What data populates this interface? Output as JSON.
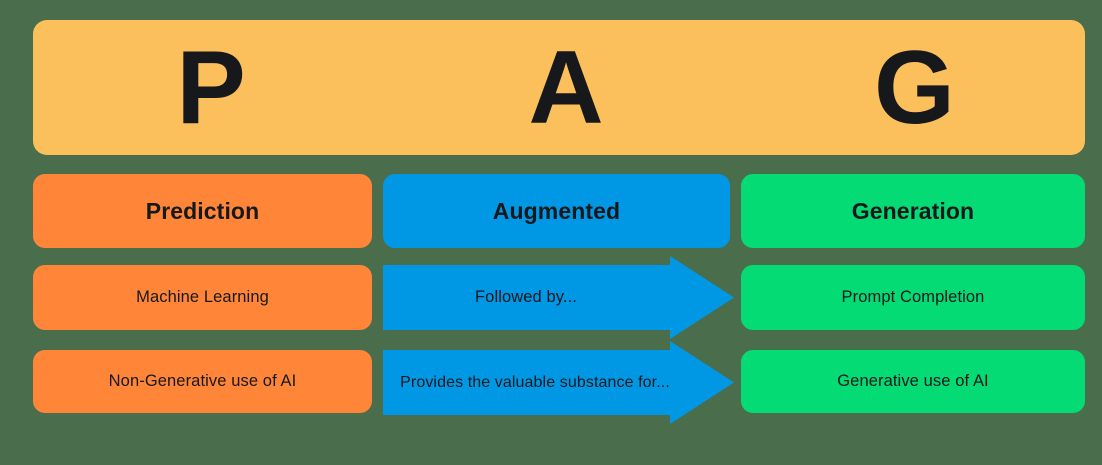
{
  "diagram": {
    "title_letters": [
      {
        "letter": "P",
        "name": "letter-p"
      },
      {
        "letter": "A",
        "name": "letter-a"
      },
      {
        "letter": "G",
        "name": "letter-g"
      }
    ],
    "columns": [
      {
        "key": "prediction",
        "header": "Prediction",
        "color": "#ff8638"
      },
      {
        "key": "augmented",
        "header": "Augmented",
        "color": "#0098e5"
      },
      {
        "key": "generation",
        "header": "Generation",
        "color": "#04db75"
      }
    ],
    "rows": [
      {
        "left": "Machine Learning",
        "middle": "Followed by...",
        "right": "Prompt Completion"
      },
      {
        "left": "Non-Generative use of AI",
        "middle": "Provides the valuable substance for...",
        "right": "Generative use of AI"
      }
    ],
    "colors": {
      "background": "#4a6e4c",
      "banner": "#fbbf5c",
      "orange": "#ff8638",
      "blue": "#0098e5",
      "green": "#04db75",
      "text": "#17181c"
    }
  }
}
